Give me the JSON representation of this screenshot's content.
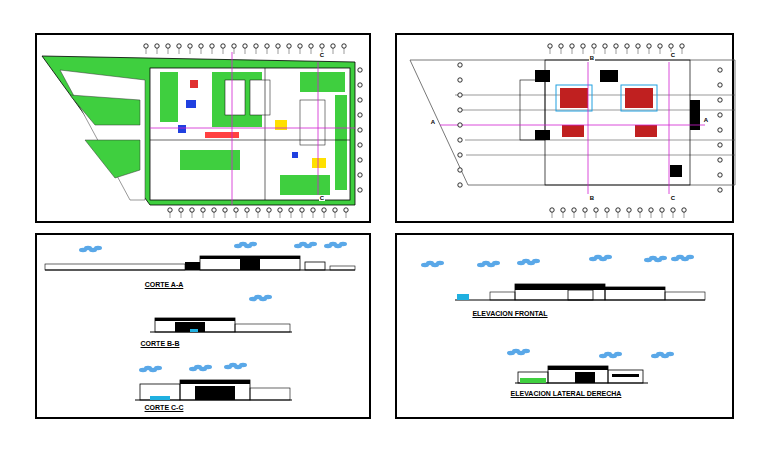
{
  "diagram": {
    "labels": [
      "CORTE A-A",
      "CORTE B-B",
      "CORTE C-C",
      "ELEVACION FRONTAL",
      "ELEVACION LATERAL DERECHA",
      "A",
      "A",
      "B",
      "B",
      "C",
      "C",
      "C",
      "C"
    ]
  }
}
